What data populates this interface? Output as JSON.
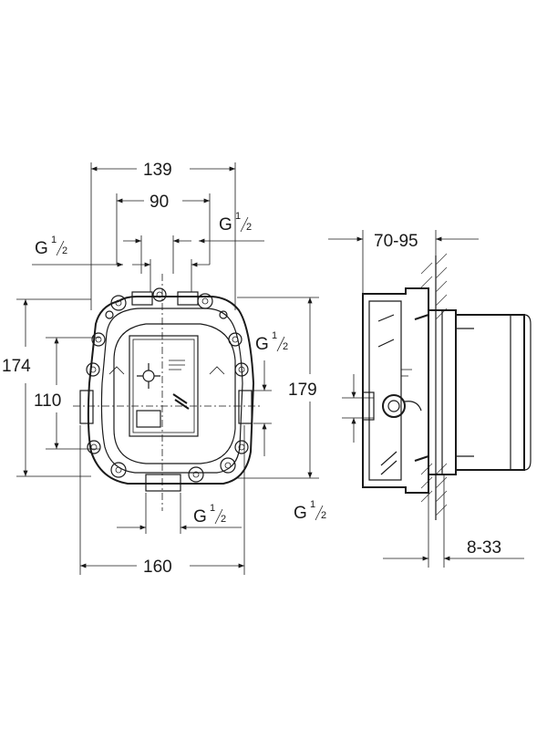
{
  "front_view": {
    "width_outer": "139",
    "width_inner": "90",
    "height_outer": "174",
    "height_inner": "110",
    "height_total": "179",
    "base_width": "160",
    "thread_top_left": {
      "base": "G",
      "num": "1",
      "den": "2"
    },
    "thread_top_right": {
      "base": "G",
      "num": "1",
      "den": "2"
    },
    "thread_right": {
      "base": "G",
      "num": "1",
      "den": "2"
    },
    "thread_bottom": {
      "base": "G",
      "num": "1",
      "den": "2"
    }
  },
  "side_view": {
    "depth_range": "70-95",
    "wall_range": "8-33",
    "thread_bottom": {
      "base": "G",
      "num": "1",
      "den": "2"
    }
  },
  "colors": {
    "ink": "#1a1a1a",
    "background": "#ffffff"
  }
}
